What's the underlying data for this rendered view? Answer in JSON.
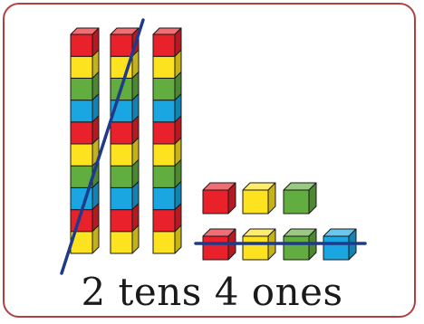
{
  "caption": "2 tens 4 ones",
  "colors": {
    "frame": "#b34040",
    "red": "#e8212b",
    "yellow": "#fde31f",
    "green": "#62ad3f",
    "blue": "#1aa7e1",
    "strike_line": "#1f3a8a"
  },
  "rods": {
    "count": 3,
    "cubes_per_rod": 10,
    "color_pattern_top_to_bottom": [
      "red",
      "yellow",
      "green",
      "blue",
      "red",
      "yellow",
      "green",
      "blue",
      "red",
      "yellow"
    ]
  },
  "loose_cubes": {
    "top_row": [
      "red",
      "yellow",
      "green"
    ],
    "bottom_row": [
      "red",
      "yellow",
      "green",
      "blue"
    ]
  },
  "strike_lines": [
    "first-two-rods",
    "bottom-row-cubes"
  ]
}
